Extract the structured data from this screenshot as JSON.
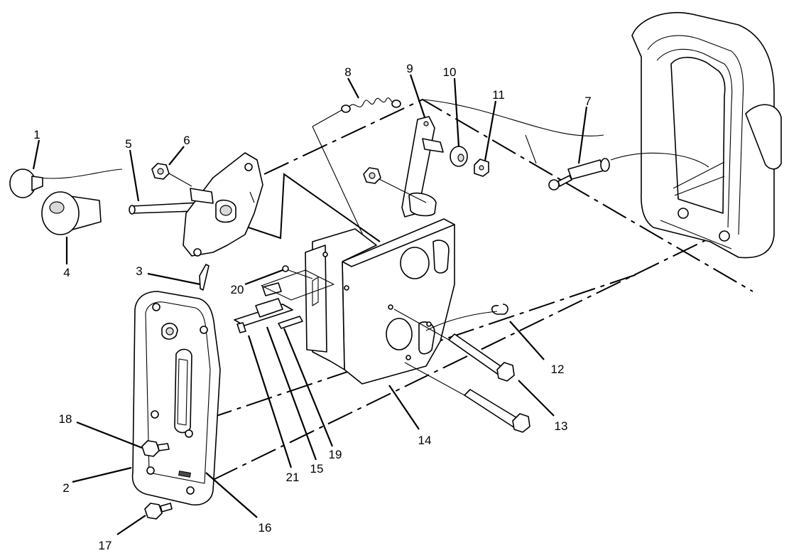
{
  "callouts": [
    {
      "id": "1",
      "label": "1"
    },
    {
      "id": "2",
      "label": "2"
    },
    {
      "id": "3",
      "label": "3"
    },
    {
      "id": "4",
      "label": "4"
    },
    {
      "id": "5",
      "label": "5"
    },
    {
      "id": "6",
      "label": "6"
    },
    {
      "id": "7",
      "label": "7"
    },
    {
      "id": "8",
      "label": "8"
    },
    {
      "id": "9",
      "label": "9"
    },
    {
      "id": "10",
      "label": "10"
    },
    {
      "id": "11",
      "label": "11"
    },
    {
      "id": "12",
      "label": "12"
    },
    {
      "id": "13",
      "label": "13"
    },
    {
      "id": "14",
      "label": "14"
    },
    {
      "id": "15",
      "label": "15"
    },
    {
      "id": "16",
      "label": "16"
    },
    {
      "id": "17",
      "label": "17"
    },
    {
      "id": "18",
      "label": "18"
    },
    {
      "id": "19",
      "label": "19"
    },
    {
      "id": "20",
      "label": "20"
    },
    {
      "id": "21",
      "label": "21"
    }
  ],
  "colors": {
    "line": "#000000",
    "background": "#ffffff",
    "shade": "#d9d9d9"
  }
}
